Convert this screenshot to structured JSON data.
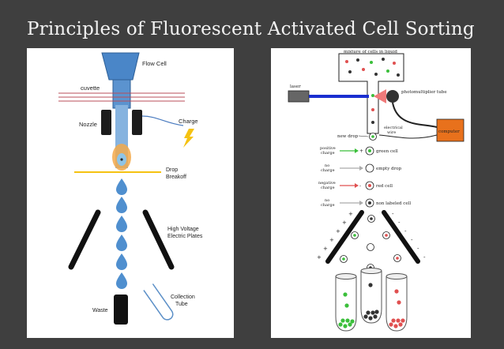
{
  "slide": {
    "title": "Principles of Fluorescent Activated Cell Sorting"
  },
  "left_diagram": {
    "labels": {
      "flow_cell": "Flow Cell",
      "cuvette": "cuvette",
      "nozzle": "Nozzle",
      "charge": "Charge",
      "drop_breakoff_1": "Drop",
      "drop_breakoff_2": "Breakoff",
      "plates_1": "High Voltage",
      "plates_2": "Electric Plates",
      "waste": "Waste",
      "collection_1": "Collection",
      "collection_2": "Tube"
    },
    "colors": {
      "stream": "#6b9fd0",
      "flow_cell_fill": "#4a86c8",
      "breakoff_line": "#f5c211",
      "cuvette_lines": "#b84c5a"
    }
  },
  "right_diagram": {
    "labels": {
      "mixture": "mixture of cells in liquid",
      "laser": "laser",
      "photomultiplier": "photomultiplier tube",
      "computer": "computer",
      "new_drop": "new drop",
      "electrical_wire_1": "electrical",
      "electrical_wire_2": "wire"
    },
    "legend": [
      {
        "charge": [
          "positive",
          "charge"
        ],
        "sign": "+",
        "drop": "green cell",
        "color": "#3bbf3b"
      },
      {
        "charge": [
          "no",
          "charge"
        ],
        "sign": "",
        "drop": "empty drop",
        "color": "none"
      },
      {
        "charge": [
          "negative",
          "charge"
        ],
        "sign": "-",
        "drop": "red cell",
        "color": "#e05050"
      },
      {
        "charge": [
          "no",
          "charge"
        ],
        "sign": "",
        "drop": "non labeled cell",
        "color": "#333333"
      }
    ],
    "colors": {
      "laser_beam": "#1a2fd0",
      "computer": "#e8711c",
      "green": "#3bbf3b",
      "red": "#e05050"
    }
  }
}
